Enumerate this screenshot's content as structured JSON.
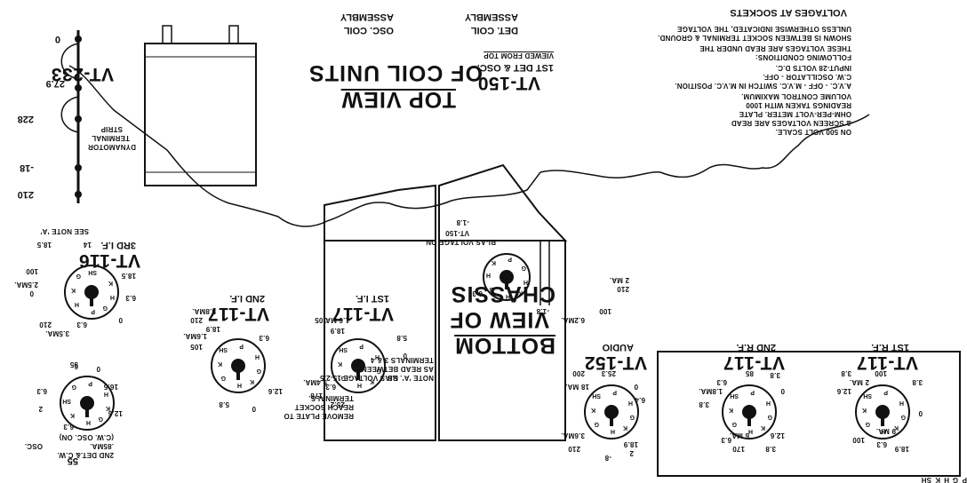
{
  "sections": {
    "bottom_view": {
      "title_line1": "BOTTOM",
      "title_line2": "VIEW OF",
      "title_line3": "CHASSIS"
    },
    "top_view": {
      "title_line1": "TOP VIEW",
      "title_line2": "OF COIL UNITS"
    }
  },
  "tubes": {
    "vt116": {
      "type": "VT-116",
      "stage": "3RD I.F.",
      "note": "SEE NOTE 'A'"
    },
    "vt117_2nd_if": {
      "type": "VT-117",
      "stage": "2ND I.F."
    },
    "vt117_1st_if": {
      "type": "VT-117",
      "stage": "1ST I.F."
    },
    "vt152": {
      "type": "VT-152",
      "stage": "AUDIO"
    },
    "vt117_2nd_rf": {
      "type": "VT-117",
      "stage": "2ND R.F."
    },
    "vt117_1st_rf": {
      "type": "VT-117",
      "stage": "1ST R.F."
    },
    "vt233": {
      "type": "VT-233",
      "stage": "55",
      "line2": "2ND DET.& C.W.",
      "line3": ".85MA.",
      "line4": "OSC.",
      "line5": "(C.W. OSC. ON)"
    },
    "vt150": {
      "type": "VT-150",
      "stage": "1ST DET & OSC.",
      "viewed": "VIEWED FROM TOP"
    }
  },
  "notes": {
    "note_a_line1": "NOTE 'A'. BIAS VOLTAGE 15-2.5",
    "note_a_line2": "AS READ BETWEEN",
    "note_a_line3": "TERMINALS 3 & 4",
    "remove_line1": "REMOVE PLATE TO",
    "remove_line2": "REACH SOCKET",
    "remove_line3": "TERMINALS.",
    "bias_on": "BI-AS VOLTAGE ON",
    "bias_tube": "VT-150",
    "bias_val": "-1.8"
  },
  "assemblies": {
    "osc_coil_line1": "OSC. COIL",
    "osc_coil_line2": "ASSEMBLY",
    "det_coil_line1": "DET. COIL",
    "det_coil_line2": "ASSEMBLY"
  },
  "dynamotor": {
    "label_line1": "DYNAMOTOR",
    "label_line2": "TERMINAL",
    "label_line3": "STRIP",
    "values": [
      "210",
      "-18",
      "228",
      "27.9",
      "0"
    ]
  },
  "conditions": {
    "heading": "VOLTAGES AT SOCKETS",
    "lines": [
      "UNLESS OTHERWISE INDICATED, THE VOLTAGE",
      "SHOWN IS BETWEEN SOCKET TERMINAL & GROUND.",
      "THESE VOLTAGES ARE READ UNDER THE",
      "FOLLOWING CONDITIONS:",
      "INPUT-28 VOLTS  D.C.",
      "C.W. OSCILLATOR - OFF.",
      "A.V.C. - OFF - M.V.C. SWITCH IN M.V.C. POSITION.",
      "VOLUME CONTROL    MAXIMUM.",
      "READINGS TAKEN WITH 1000",
      "OHM-PER-VOLT METER.  PLATE",
      "& SCREEN VOLTAGES ARE READ",
      "ON 500 VOLT SCALE."
    ]
  },
  "socket_values": {
    "vt116": [
      "210",
      "6.3",
      "0",
      "6.3",
      "18.5",
      "14",
      "18.5",
      "100",
      "0",
      "2.5MA.",
      "3.5MA."
    ],
    "vt117_2nd_if": [
      "5.8",
      "12.6",
      "0",
      "6.3",
      "18.9",
      "105",
      "210",
      "1.6MA.",
      "5.8MA."
    ],
    "vt117_1st_if": [
      "25.2",
      "178",
      "6.3",
      "5.8",
      "0",
      "5.8",
      "105",
      "18.9",
      "5.4MA.",
      "1.6 MA."
    ],
    "vt233": [
      "55",
      "6.3",
      "2",
      "6.3",
      "12.6",
      "16.5",
      "0",
      "6"
    ],
    "vt152": [
      "210",
      "18.9",
      "-8",
      "2",
      "200",
      "0",
      "25.3",
      "6.4",
      "18 MA.",
      "3.6MA."
    ],
    "vt117_2nd_rf": [
      "3.8",
      "170",
      "6.3",
      "12.6",
      "3.8",
      "0",
      "85",
      "3.8",
      "6.3",
      "1.8MA.",
      "6 MA."
    ],
    "vt117_1st_rf": [
      "18.9",
      "6.3",
      "100",
      "0",
      "12.6",
      "3.8",
      "100",
      "3.8",
      "9 MA.",
      "2 MA."
    ],
    "vt150": [
      "6.3",
      "-1.8",
      "100",
      "210",
      "6.2MA.",
      "2 MA."
    ]
  },
  "pin_labels": {
    "plate": "P",
    "grid": "G",
    "heater": "H",
    "cathode": "K",
    "shield": "SH"
  }
}
